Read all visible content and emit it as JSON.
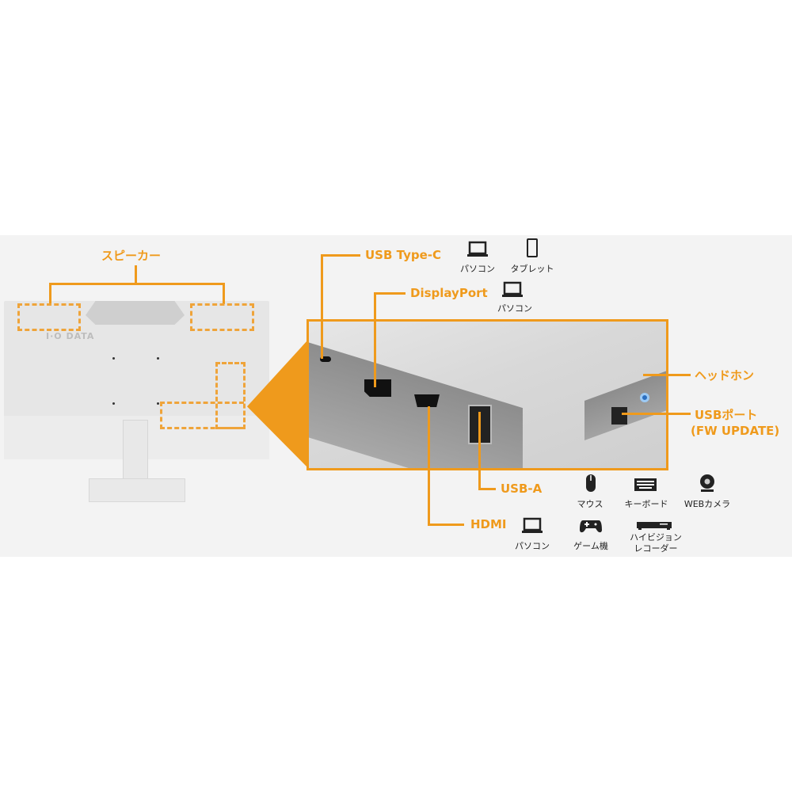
{
  "brand_logo": "I·O DATA",
  "speaker_label": "スピーカー",
  "ports": {
    "usb_c": {
      "label": "USB Type-C",
      "devices": [
        {
          "icon": "laptop-icon",
          "label": "パソコン"
        },
        {
          "icon": "tablet-icon",
          "label": "タブレット"
        }
      ]
    },
    "displayport": {
      "label": "DisplayPort",
      "devices": [
        {
          "icon": "laptop-icon",
          "label": "パソコン"
        }
      ]
    },
    "hdmi": {
      "label": "HDMI",
      "devices": [
        {
          "icon": "laptop-icon",
          "label": "パソコン"
        },
        {
          "icon": "gamepad-icon",
          "label": "ゲーム機"
        },
        {
          "icon": "recorder-icon",
          "label_line1": "ハイビジョン",
          "label_line2": "レコーダー"
        }
      ]
    },
    "usb_a": {
      "label": "USB-A",
      "devices": [
        {
          "icon": "mouse-icon",
          "label": "マウス"
        },
        {
          "icon": "keyboard-icon",
          "label": "キーボード"
        },
        {
          "icon": "webcam-icon",
          "label": "WEBカメラ"
        }
      ]
    },
    "headphone": {
      "label": "ヘッドホン"
    },
    "usb_fw": {
      "label_line1": "USBポート",
      "label_line2": "(FW UPDATE)"
    }
  },
  "colors": {
    "accent": "#ef9a1c"
  }
}
